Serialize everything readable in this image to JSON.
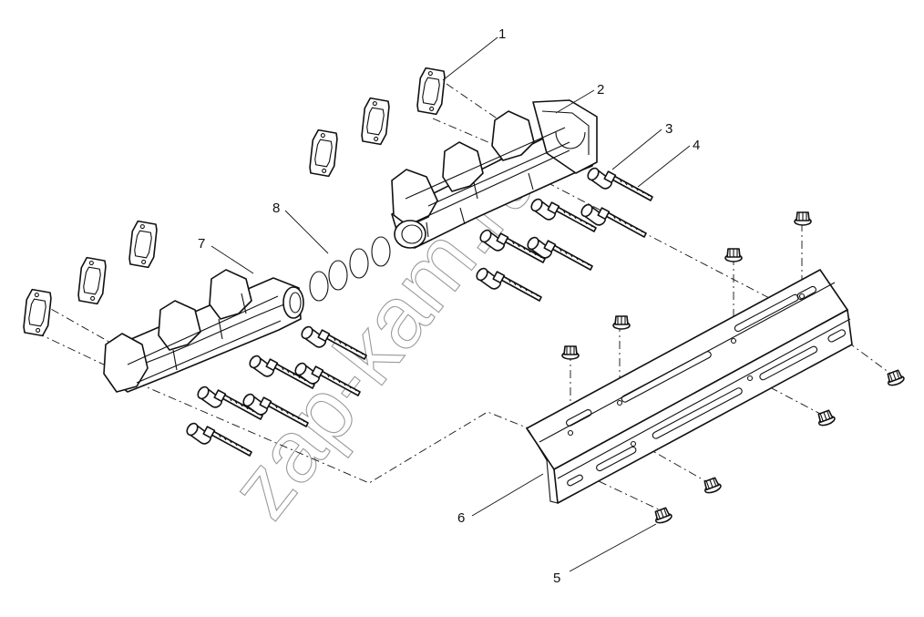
{
  "callouts": [
    {
      "id": "1",
      "label": "1"
    },
    {
      "id": "2",
      "label": "2"
    },
    {
      "id": "3",
      "label": "3"
    },
    {
      "id": "4",
      "label": "4"
    },
    {
      "id": "5",
      "label": "5"
    },
    {
      "id": "6",
      "label": "6"
    },
    {
      "id": "7",
      "label": "7"
    },
    {
      "id": "8",
      "label": "8"
    }
  ],
  "watermark": "zap-kam.ru",
  "parts": {
    "gasket": "gasket",
    "manifold_rear": "rear exhaust manifold",
    "manifold_front": "front exhaust manifold",
    "spacer": "spacer sleeve",
    "bolt": "bolt",
    "flange_bolt": "flange bolt",
    "heat_shield": "heat shield",
    "seal_ring": "sealing ring"
  }
}
